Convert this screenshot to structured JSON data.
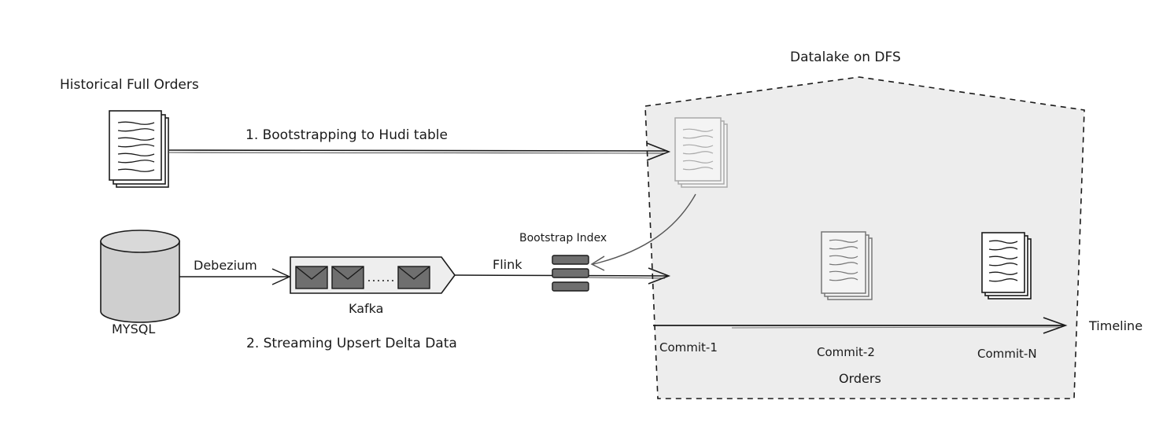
{
  "diagram": {
    "historical_label": "Historical Full Orders",
    "bootstrap_step": "1. Bootstrapping to Hudi table",
    "mysql_label": "MYSQL",
    "debezium_label": "Debezium",
    "kafka_label": "Kafka",
    "flink_label": "Flink",
    "bootstrap_index_label": "Bootstrap Index",
    "streaming_step": "2. Streaming Upsert Delta Data",
    "datalake_label": "Datalake on DFS",
    "timeline_label": "Timeline",
    "commits": [
      "Commit-1",
      "Commit-2",
      "Commit-N"
    ],
    "orders_label": "Orders"
  },
  "colors": {
    "ink": "#1a1a1a",
    "lake_fill": "#ededed",
    "cylinder_fill": "#cfcfcf",
    "kafka_fill": "#eeeeee",
    "envelope_fill": "#6f6f6f",
    "faded_doc": "#aaaaaa"
  }
}
